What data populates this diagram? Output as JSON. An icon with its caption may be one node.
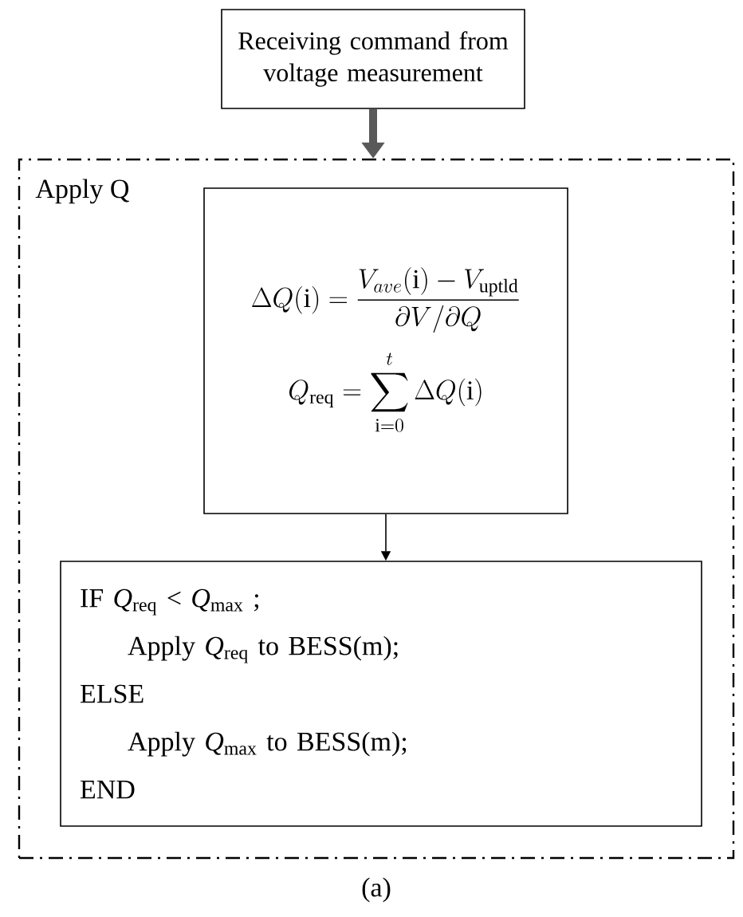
{
  "diagram": {
    "caption": "(a)",
    "nodes": [
      {
        "text": [
          "Receiving command from voltage measurement"
        ]
      },
      {
        "text": [
          "Apply Q"
        ]
      },
      {
        "text": [
          "\\Delta Q(\\mathrm{i}) = \\frac{V_{ave}(\\mathrm{i}) - V_{\\mathrm{uptld}}}{\\partial V / \\partial Q}",
          "Q_{\\mathrm{req}} = \\sum_{\\mathrm{i}=0}^{t} \\Delta Q(\\mathrm{i})"
        ],
        "in": 1
      },
      {
        "text": [
          "IF *Q*$_{req}$ < *Q*$_{max}$ ;",
          "Apply *Q*$_{req}$ to BESS(m);",
          "ELSE",
          "Apply *Q*$_{max}$ to BESS(m);",
          "END"
        ],
        "in": 1
      }
    ],
    "edges": [
      {
        "from": 0,
        "to": 1,
        "arrow": "to",
        "style": "thick",
        "color": "#595959"
      },
      {
        "from": 2,
        "to": 3,
        "arrow": "to"
      }
    ]
  }
}
